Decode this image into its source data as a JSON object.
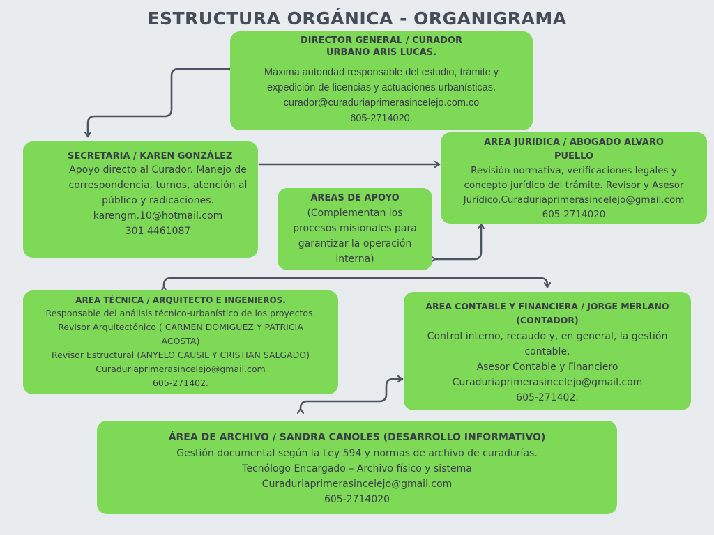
{
  "title": "ESTRUCTURA ORGÁNICA - ORGANIGRAMA",
  "colors": {
    "box": "#7ed957",
    "line": "#4b5563",
    "background": "#e9ecee"
  },
  "boxes": {
    "director": {
      "title": [
        "DIRECTOR GENERAL / CURADOR",
        "URBANO ARIS LUCAS."
      ],
      "lines": [
        "Máxima autoridad responsable del estudio, trámite y",
        "expedición de licencias y actuaciones urbanísticas.",
        "curador@curaduriaprimerasincelejo.com.co",
        "605-2714020."
      ]
    },
    "secretaria": {
      "title": [
        "SECRETARIA / KAREN GONZÁLEZ"
      ],
      "lines": [
        "Apoyo directo al Curador. Manejo de",
        "correspondencia, turnos, atención al",
        "público y radicaciones.",
        "karengm.10@hotmail.com",
        "301 4461087"
      ]
    },
    "juridica": {
      "title": [
        "AREA JURIDICA / ABOGADO ALVARO",
        "PUELLO"
      ],
      "lines": [
        "Revisión normativa, verificaciones legales y",
        "concepto jurídico del trámite. Revisor y Asesor",
        "Jurídico.Curaduriaprimerasincelejo@gmail.com",
        "605-2714020"
      ]
    },
    "apoyo": {
      "title": [
        "ÁREAS DE APOYO"
      ],
      "lines": [
        "(Complementan los",
        "procesos misionales para",
        "garantizar la operación",
        "interna)"
      ]
    },
    "tecnica": {
      "title": [
        "AREA TÉCNICA / ARQUITECTO E INGENIEROS."
      ],
      "lines": [
        "Responsable del análisis técnico-urbanístico de los proyectos.",
        "Revisor Arquitectónico ( CARMEN DOMIGUEZ Y PATRICIA",
        "ACOSTA)",
        "Revisor Estructural (ANYELO CAUSIL Y CRISTIAN SALGADO)",
        "Curaduriaprimerasincelejo@gmail.com",
        "605-271402."
      ]
    },
    "contable": {
      "title": [
        "ÁREA CONTABLE Y FINANCIERA / JORGE MERLANO",
        "(CONTADOR)"
      ],
      "lines": [
        "Control interno, recaudo y, en general, la gestión",
        "contable.",
        "Asesor Contable y Financiero",
        "Curaduriaprimerasincelejo@gmail.com",
        "605-271402."
      ]
    },
    "archivo": {
      "title": [
        "ÁREA DE ARCHIVO / SANDRA CANOLES  (DESARROLLO INFORMATIVO)"
      ],
      "lines": [
        "Gestión documental según la Ley 594 y normas de archivo de curadurías.",
        "Tecnólogo Encargado – Archivo físico y sistema",
        "Curaduriaprimerasincelejo@gmail.com",
        "605-2714020"
      ]
    }
  }
}
